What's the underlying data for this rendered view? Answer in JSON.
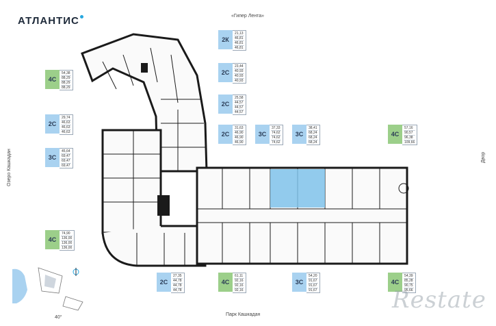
{
  "brand": {
    "name": "АТЛАНТИС",
    "dot_color": "#26a7df"
  },
  "labels": {
    "top": "«Гипер Лента»",
    "left": "Озеро Кашкадан",
    "right": "Двор",
    "bottom": "Парк Кашкадан",
    "compass_angle": "40°"
  },
  "colors": {
    "green": "#9ccf8a",
    "blue": "#a9d2f0",
    "wall": "#1a1a1a",
    "highlight": "#7fc2ea"
  },
  "apartments": [
    {
      "type": "2К",
      "color": "blue",
      "vals": [
        "21,13",
        "46,81",
        "46,81",
        "46,81"
      ]
    },
    {
      "type": "2С",
      "color": "blue",
      "vals": [
        "23,44",
        "40,93",
        "40,93",
        "40,93"
      ]
    },
    {
      "type": "2С",
      "color": "blue",
      "vals": [
        "25,58",
        "44,57",
        "44,57",
        "44,57"
      ]
    },
    {
      "type": "2С",
      "color": "blue",
      "vals": [
        "31,63",
        "46,90",
        "46,90",
        "46,90"
      ]
    },
    {
      "type": "3С",
      "color": "blue",
      "vals": [
        "37,33",
        "74,62",
        "74,62",
        "74,62"
      ]
    },
    {
      "type": "3С",
      "color": "blue",
      "vals": [
        "38,41",
        "68,24",
        "68,24",
        "68,24"
      ]
    },
    {
      "type": "4С",
      "color": "green",
      "vals": [
        "57,16",
        "90,57",
        "96,38",
        "109,66"
      ]
    },
    {
      "type": "4С",
      "color": "green",
      "vals": [
        "54,38",
        "88,29",
        "88,29",
        "88,29"
      ]
    },
    {
      "type": "2С",
      "color": "blue",
      "vals": [
        "29,74",
        "46,63",
        "46,63",
        "46,63"
      ]
    },
    {
      "type": "3С",
      "color": "blue",
      "vals": [
        "45,64",
        "69,47",
        "69,47",
        "69,47"
      ]
    },
    {
      "type": "4С",
      "color": "green",
      "vals": [
        "74,90",
        "136,00",
        "136,00",
        "136,00"
      ]
    },
    {
      "type": "2С",
      "color": "blue",
      "vals": [
        "27,35",
        "44,78",
        "44,78",
        "44,78"
      ]
    },
    {
      "type": "4С",
      "color": "green",
      "vals": [
        "61,11",
        "92,16",
        "92,16",
        "92,16"
      ]
    },
    {
      "type": "3С",
      "color": "blue",
      "vals": [
        "54,20",
        "91,67",
        "91,67",
        "91,67"
      ]
    },
    {
      "type": "4С",
      "color": "green",
      "vals": [
        "54,39",
        "85,28",
        "90,75",
        "95,66"
      ]
    }
  ],
  "watermark": "Restate"
}
